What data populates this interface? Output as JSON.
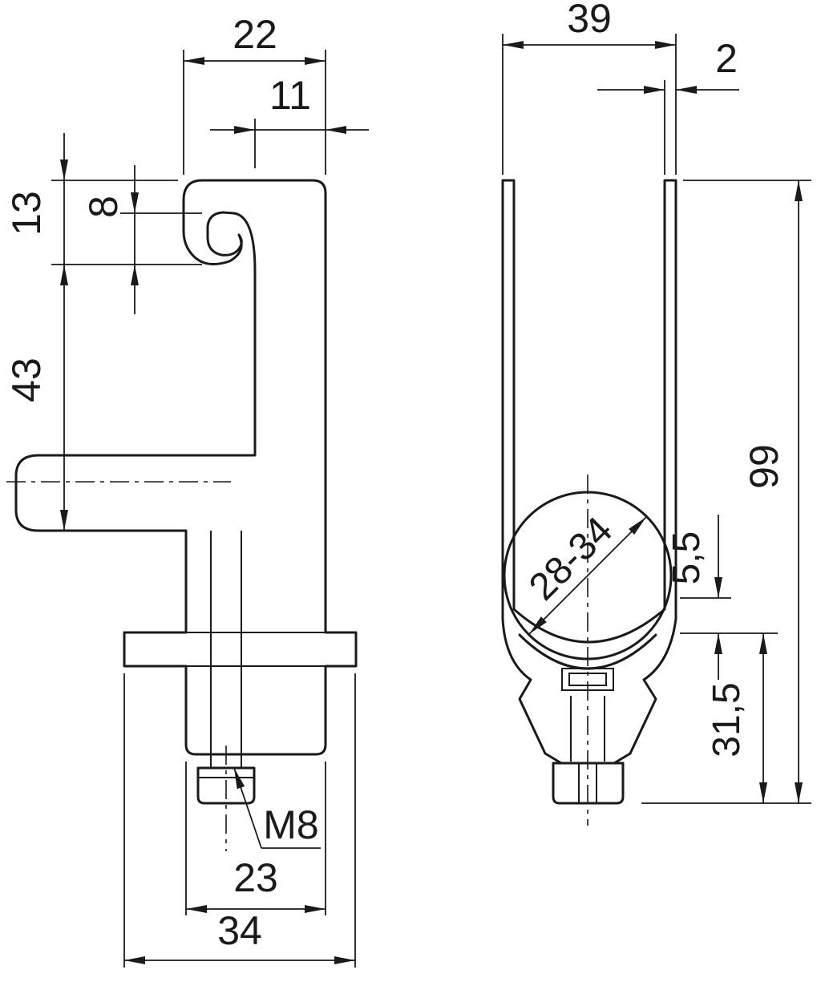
{
  "drawing": {
    "background": "#ffffff",
    "line_color": "#1a1a1a",
    "views": {
      "side": {
        "label": "side-view",
        "dims": {
          "top_width": "22",
          "hook_inner_width": "11",
          "hook_height": "13",
          "lip_height": "8",
          "body_height": "43",
          "thread_label": "M8",
          "body_width": "23",
          "overall_width": "34"
        }
      },
      "front": {
        "label": "front-view",
        "dims": {
          "overall_width": "39",
          "thickness": "2",
          "overall_height": "99",
          "clamp_range": "28-34",
          "saddle_offset": "5,5",
          "lower_height": "31,5"
        }
      }
    }
  }
}
